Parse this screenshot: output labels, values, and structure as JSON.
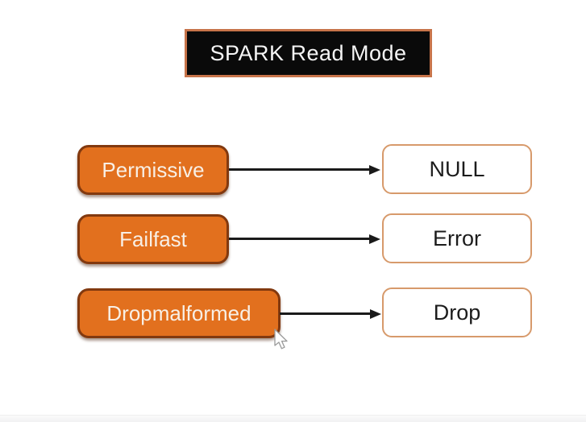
{
  "title": {
    "label": "SPARK Read Mode"
  },
  "diagram": {
    "rows": [
      {
        "mode": "Permissive",
        "result": "NULL"
      },
      {
        "mode": "Failfast",
        "result": "Error"
      },
      {
        "mode": "Dropmalformed",
        "result": "Drop"
      }
    ]
  },
  "icons": {
    "cursor": "mouse-pointer-icon"
  },
  "colors": {
    "background": "#FFFFFF",
    "mode_box_fill": "#E2701E",
    "mode_box_border": "#82390F",
    "mode_box_text": "#F8EFE5",
    "result_box_fill": "#FFFFFF",
    "result_box_border": "#D79A6B",
    "result_box_text": "#1C1C1C",
    "title_box_fill": "#0A0A0A",
    "title_box_border": "#C7744A",
    "title_text": "#F5F5F5",
    "arrow": "#1A1A1A"
  }
}
